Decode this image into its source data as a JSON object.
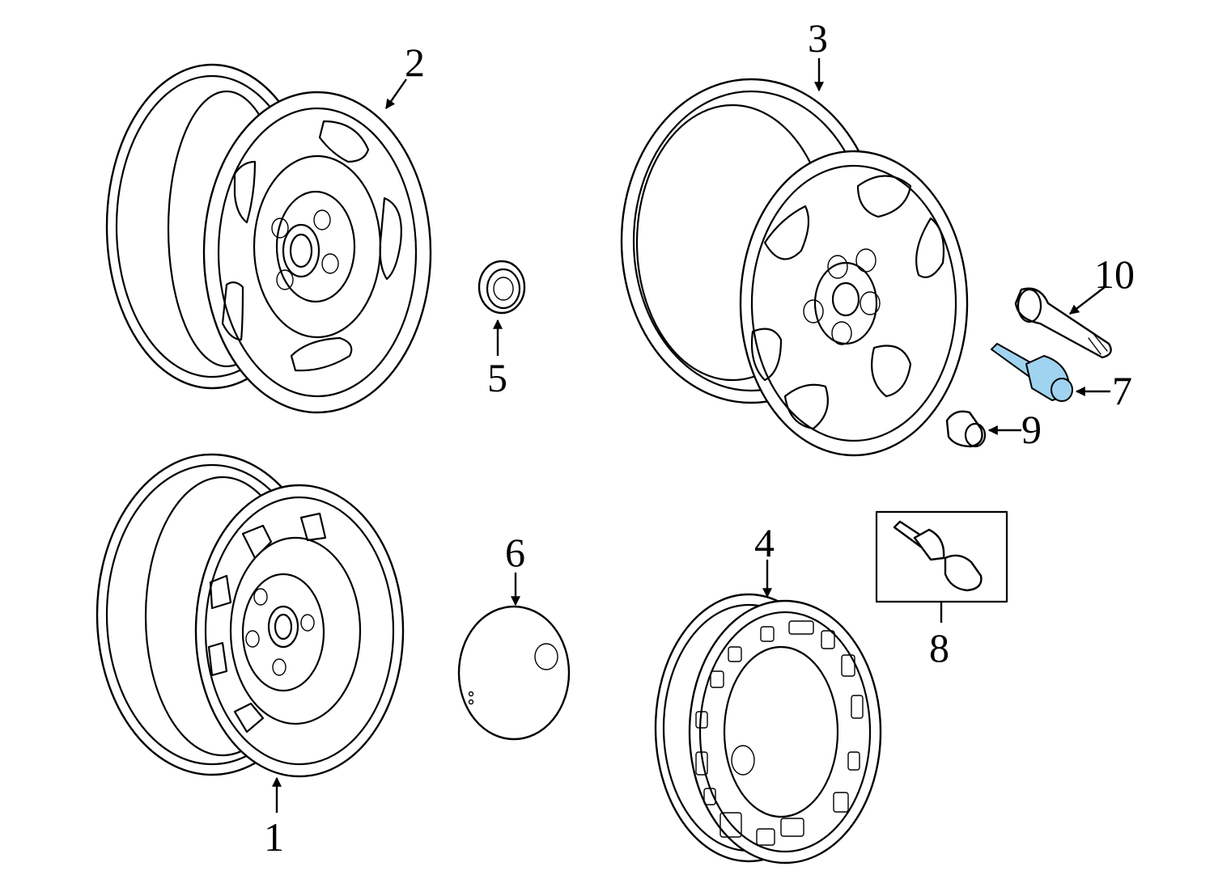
{
  "diagram": {
    "highlight_color": "#9fd3ef",
    "callouts": [
      {
        "id": "1",
        "label": "1"
      },
      {
        "id": "2",
        "label": "2"
      },
      {
        "id": "3",
        "label": "3"
      },
      {
        "id": "4",
        "label": "4"
      },
      {
        "id": "5",
        "label": "5"
      },
      {
        "id": "6",
        "label": "6"
      },
      {
        "id": "7",
        "label": "7",
        "highlighted": true
      },
      {
        "id": "8",
        "label": "8"
      },
      {
        "id": "9",
        "label": "9"
      },
      {
        "id": "10",
        "label": "10"
      }
    ]
  }
}
